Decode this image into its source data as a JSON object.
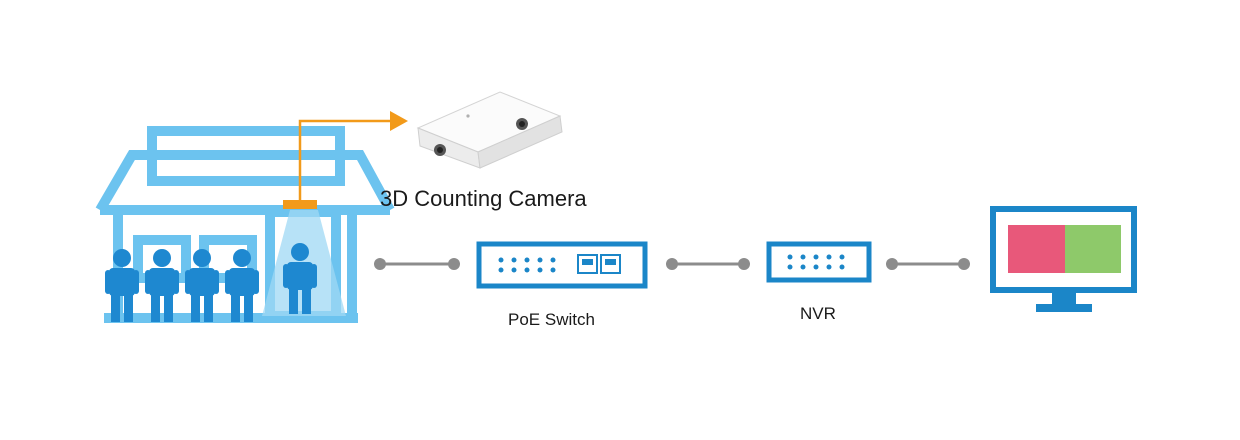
{
  "labels": {
    "camera": "3D Counting Camera",
    "poe_switch": "PoE Switch",
    "nvr": "NVR"
  },
  "colors": {
    "structure_blue": "#6cc3ef",
    "device_blue": "#1b86c8",
    "person_blue": "#1e88d0",
    "accent_orange": "#f29a1a",
    "connector_gray": "#8c8c8c",
    "screen_red": "#e8587a",
    "screen_green": "#8ec96a"
  },
  "icons": [
    "store-icon",
    "people-queue-icon",
    "camera-icon",
    "arrow-icon",
    "poe-switch-icon",
    "nvr-icon",
    "monitor-icon"
  ]
}
